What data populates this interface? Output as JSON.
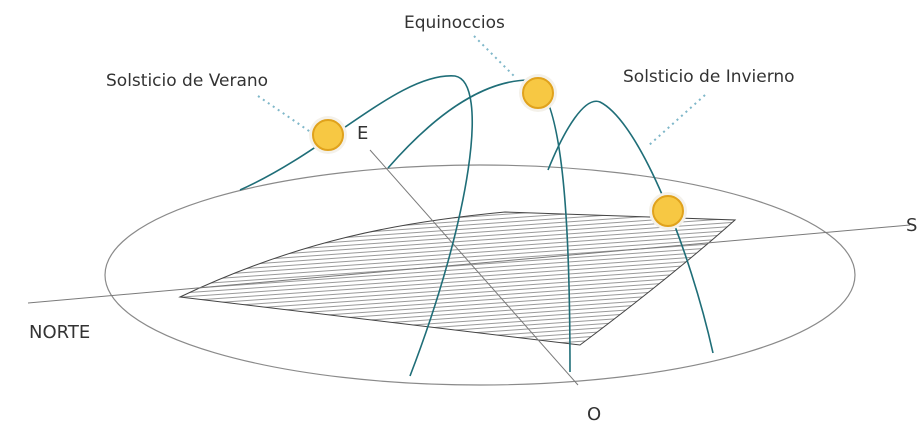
{
  "labels": {
    "equinoccios": "Equinoccios",
    "solsticio_verano": "Solsticio de Verano",
    "solsticio_invierno": "Solsticio de Invierno",
    "este": "E",
    "oeste": "O",
    "norte": "NORTE",
    "sur": "S"
  },
  "colors": {
    "sun_path": "#1f6e78",
    "sun_fill": "#f7c843",
    "sun_stroke": "#e0a21c",
    "sun_halo": "#f4f1ea",
    "leader": "#7fb7c9",
    "horizon": "#8a8a8a",
    "axis": "#7a7a7a",
    "roof_hatch": "#555555",
    "text": "#333333"
  },
  "icons": {
    "sun": "sun-icon"
  }
}
